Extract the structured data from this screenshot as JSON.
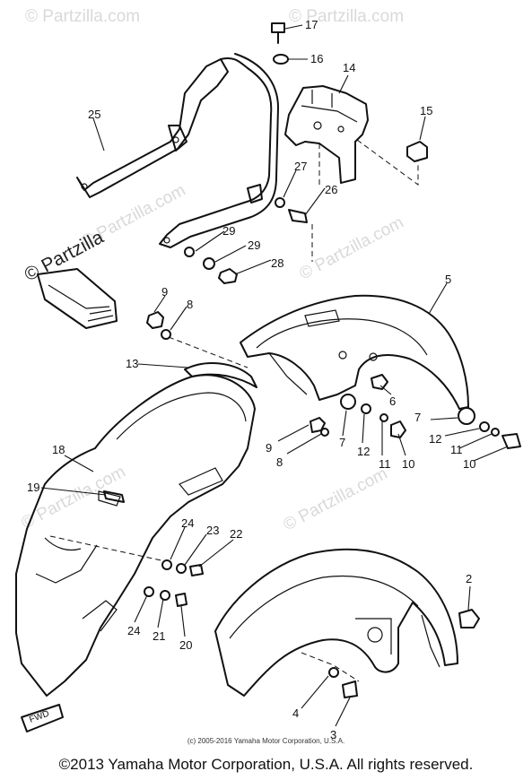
{
  "watermarks": {
    "top_left": "© Partzilla.com",
    "top_right": "© Partzilla.com",
    "mid_left": "© Partzilla.com",
    "mid_left_big": "© Partzilla",
    "center_right": "© Partzilla.com",
    "lower_left": "© Partzilla.com",
    "lower_right": "© Partzilla.com"
  },
  "fwd_label": "FWD",
  "callouts": [
    "2",
    "3",
    "4",
    "5",
    "6",
    "7",
    "7",
    "8",
    "8",
    "9",
    "9",
    "10",
    "10",
    "11",
    "11",
    "12",
    "12",
    "13",
    "14",
    "15",
    "16",
    "17",
    "18",
    "19",
    "20",
    "21",
    "22",
    "23",
    "24",
    "24",
    "25",
    "26",
    "27",
    "28",
    "29",
    "29"
  ],
  "copyright_small": "(c) 2005-2016 Yamaha Motor Corporation, U.S.A.",
  "copyright_main": "©2013 Yamaha Motor Corporation, U.S.A. All rights reserved."
}
